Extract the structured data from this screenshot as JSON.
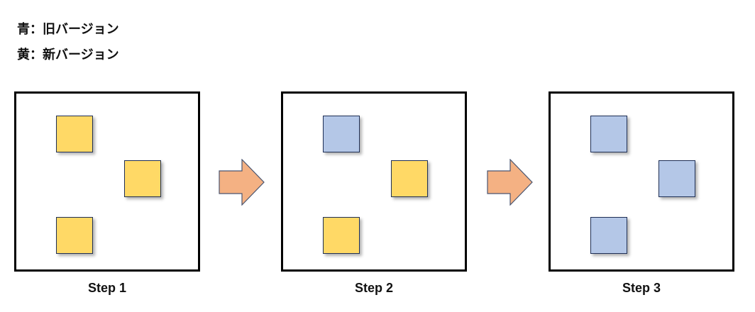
{
  "legend": [
    {
      "text": "青：旧バージョン",
      "color": "#b4c7e7"
    },
    {
      "text": "黄：新バージョン",
      "color": "#ffd966"
    }
  ],
  "colors": {
    "old": "#b4c7e7",
    "new": "#ffd966",
    "arrow": "#f4b183"
  },
  "steps": [
    {
      "label": "Step 1",
      "squares": [
        "new",
        "new",
        "new"
      ]
    },
    {
      "label": "Step 2",
      "squares": [
        "old",
        "new",
        "new"
      ]
    },
    {
      "label": "Step 3",
      "squares": [
        "old",
        "old",
        "old"
      ]
    }
  ]
}
